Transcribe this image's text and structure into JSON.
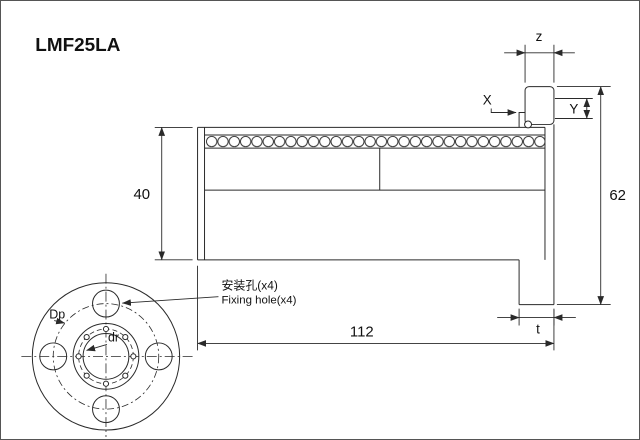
{
  "title": "LMF25LA",
  "side_view": {
    "dim_body_diameter": "40",
    "dim_flange_diameter": "62",
    "dim_length": "112",
    "dim_z": "z",
    "dim_x": "X",
    "dim_y": "Y",
    "dim_t": "t"
  },
  "front_view": {
    "bolt_circle_label": "Dp",
    "bore_label": "dr",
    "fixing_hole_cn": "安装孔(x4)",
    "fixing_hole_en": "Fixing hole(x4)"
  },
  "colors": {
    "line": "#2a2a2a",
    "text": "#111111",
    "background": "#ffffff"
  }
}
